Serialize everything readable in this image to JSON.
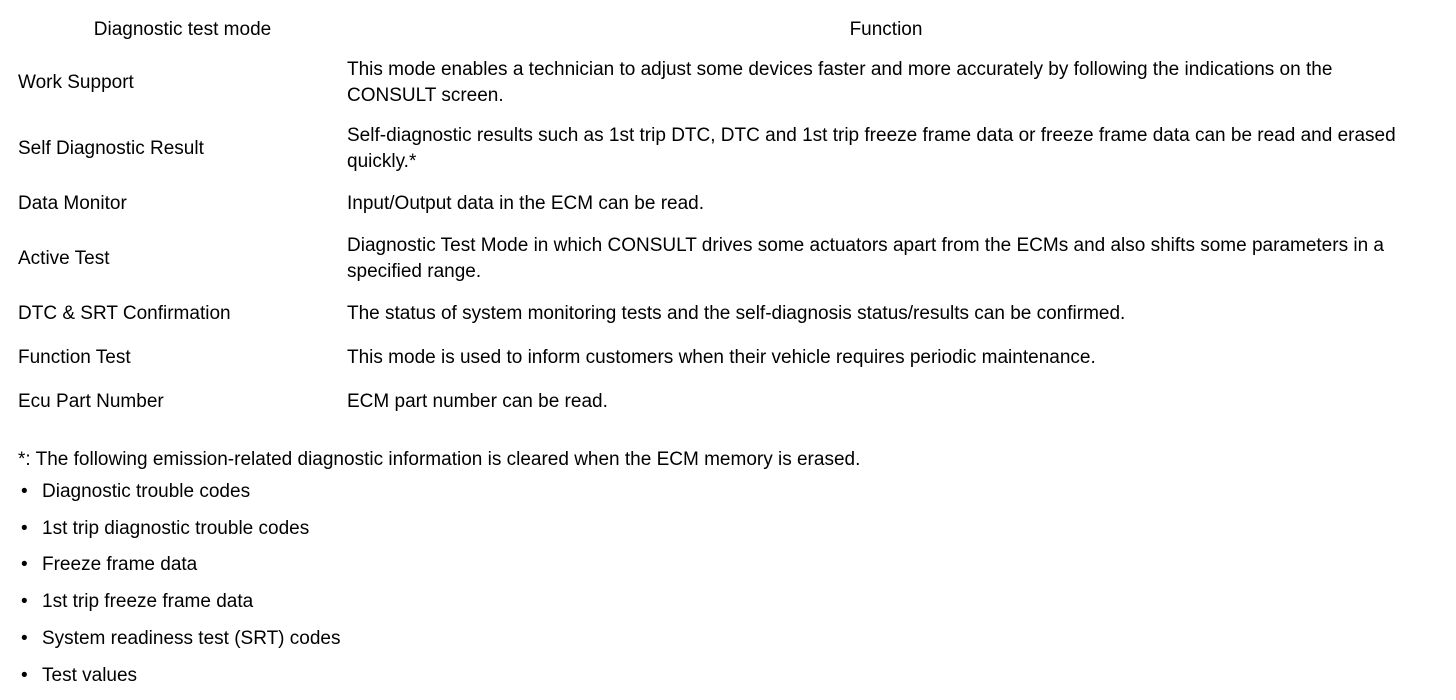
{
  "table": {
    "headers": {
      "mode": "Diagnostic test mode",
      "function": "Function"
    },
    "rows": [
      {
        "mode": "Work Support",
        "function": "This mode enables a technician to adjust some devices faster and more accurately by following the indications on the CONSULT screen."
      },
      {
        "mode": "Self Diagnostic Result",
        "function": "Self-diagnostic results such as 1st trip DTC, DTC and 1st trip freeze frame data or freeze frame data can be read and erased quickly.*"
      },
      {
        "mode": "Data Monitor",
        "function": "Input/Output data in the ECM can be read."
      },
      {
        "mode": "Active Test",
        "function": "Diagnostic Test Mode in which CONSULT drives some actuators apart from the ECMs and also shifts some parameters in a specified range."
      },
      {
        "mode": "DTC & SRT Confirmation",
        "function": "The status of system monitoring tests and the self-diagnosis status/results can be confirmed."
      },
      {
        "mode": "Function Test",
        "function": "This mode is used to inform customers when their vehicle requires periodic maintenance."
      },
      {
        "mode": "Ecu Part Number",
        "function": "ECM part number can be read."
      }
    ]
  },
  "notes": {
    "footnote": "*: The following emission-related diagnostic information is cleared when the ECM memory is erased.",
    "bullet_marker": "•",
    "bullets": [
      "Diagnostic trouble codes",
      "1st trip diagnostic trouble codes",
      "Freeze frame data",
      "1st trip freeze frame data",
      "System readiness test (SRT) codes",
      "Test values"
    ]
  },
  "colors": {
    "text": "#000000",
    "background": "#ffffff",
    "rule": "#000000"
  }
}
